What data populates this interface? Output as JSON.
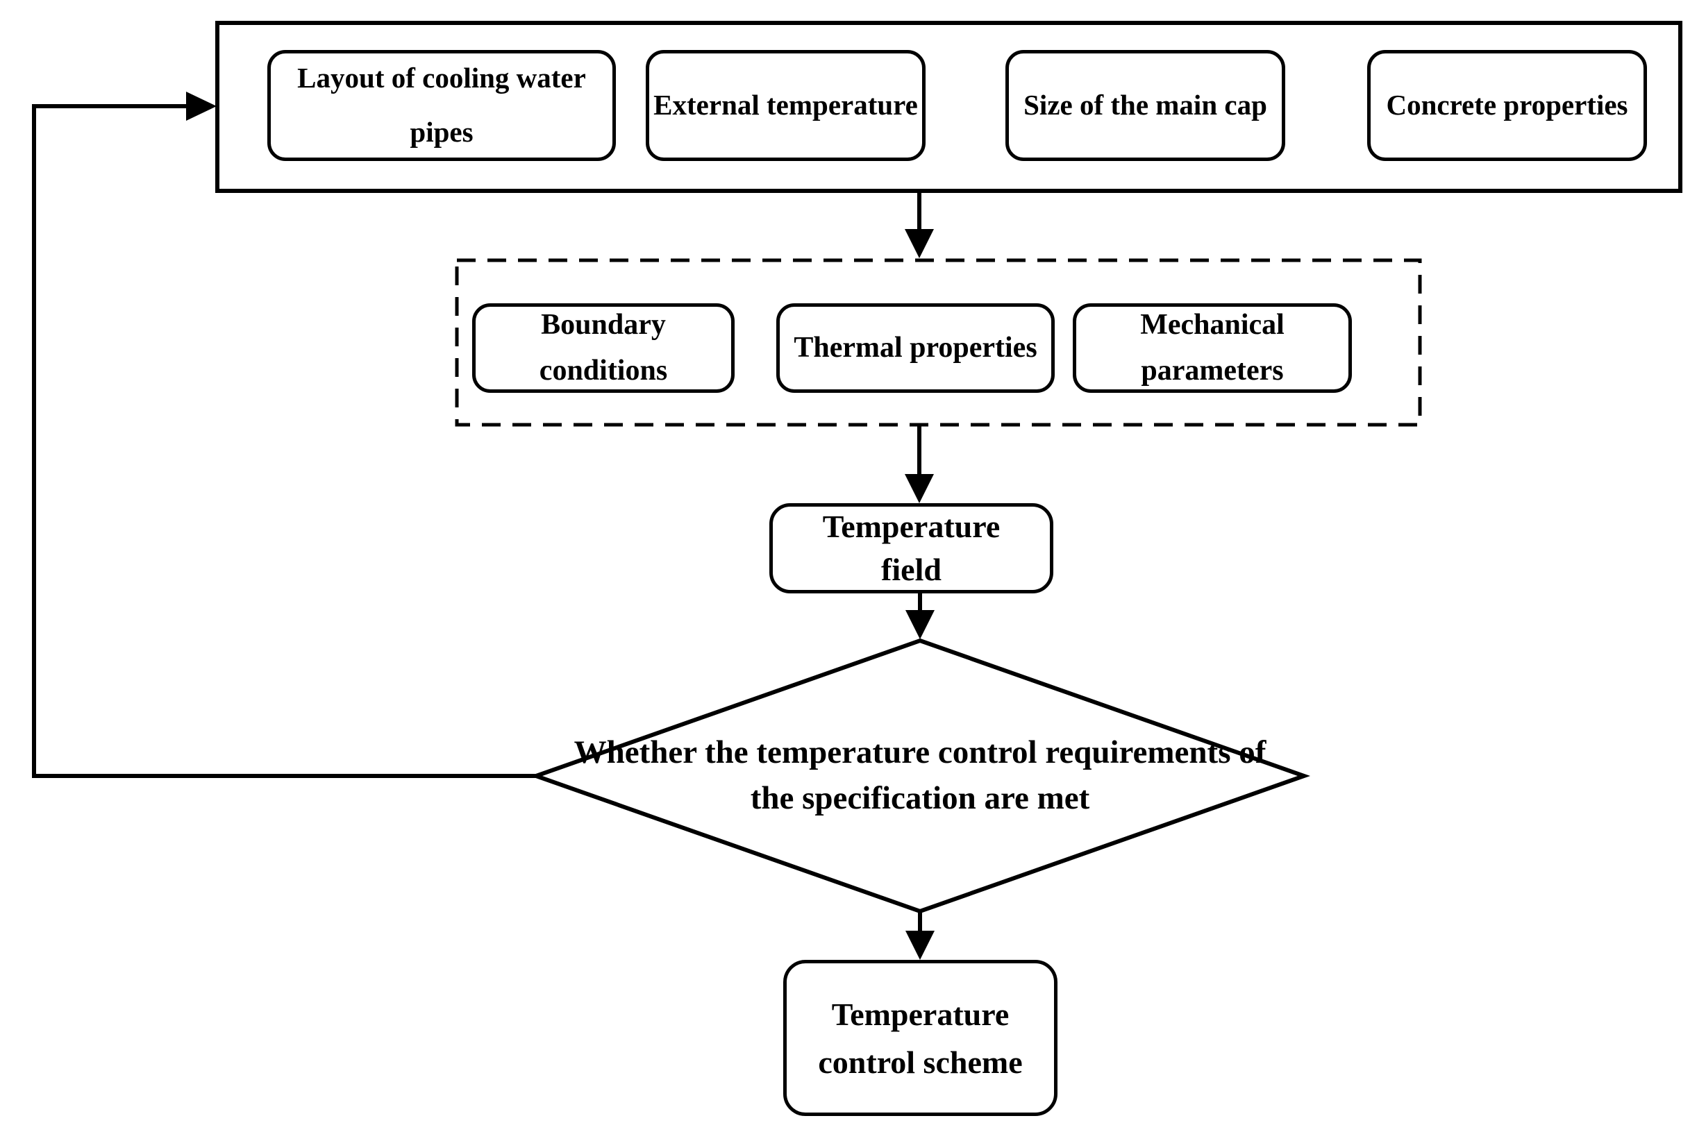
{
  "page": {
    "colors": {
      "line": "#000000",
      "background": "#ffffff"
    }
  },
  "flowchart": {
    "input_group": {
      "boxes": [
        {
          "label": "Layout of cooling water pipes"
        },
        {
          "label": "External temperature"
        },
        {
          "label": "Size of the main cap"
        },
        {
          "label": "Concrete properties"
        }
      ]
    },
    "model_group": {
      "boxes": [
        {
          "label": "Boundary conditions"
        },
        {
          "label": "Thermal properties"
        },
        {
          "label": "Mechanical parameters"
        }
      ]
    },
    "temperature_field": {
      "label": "Temperature field"
    },
    "decision": {
      "label": "Whether the temperature control requirements of the specification are met"
    },
    "output": {
      "label": "Temperature control scheme"
    }
  }
}
